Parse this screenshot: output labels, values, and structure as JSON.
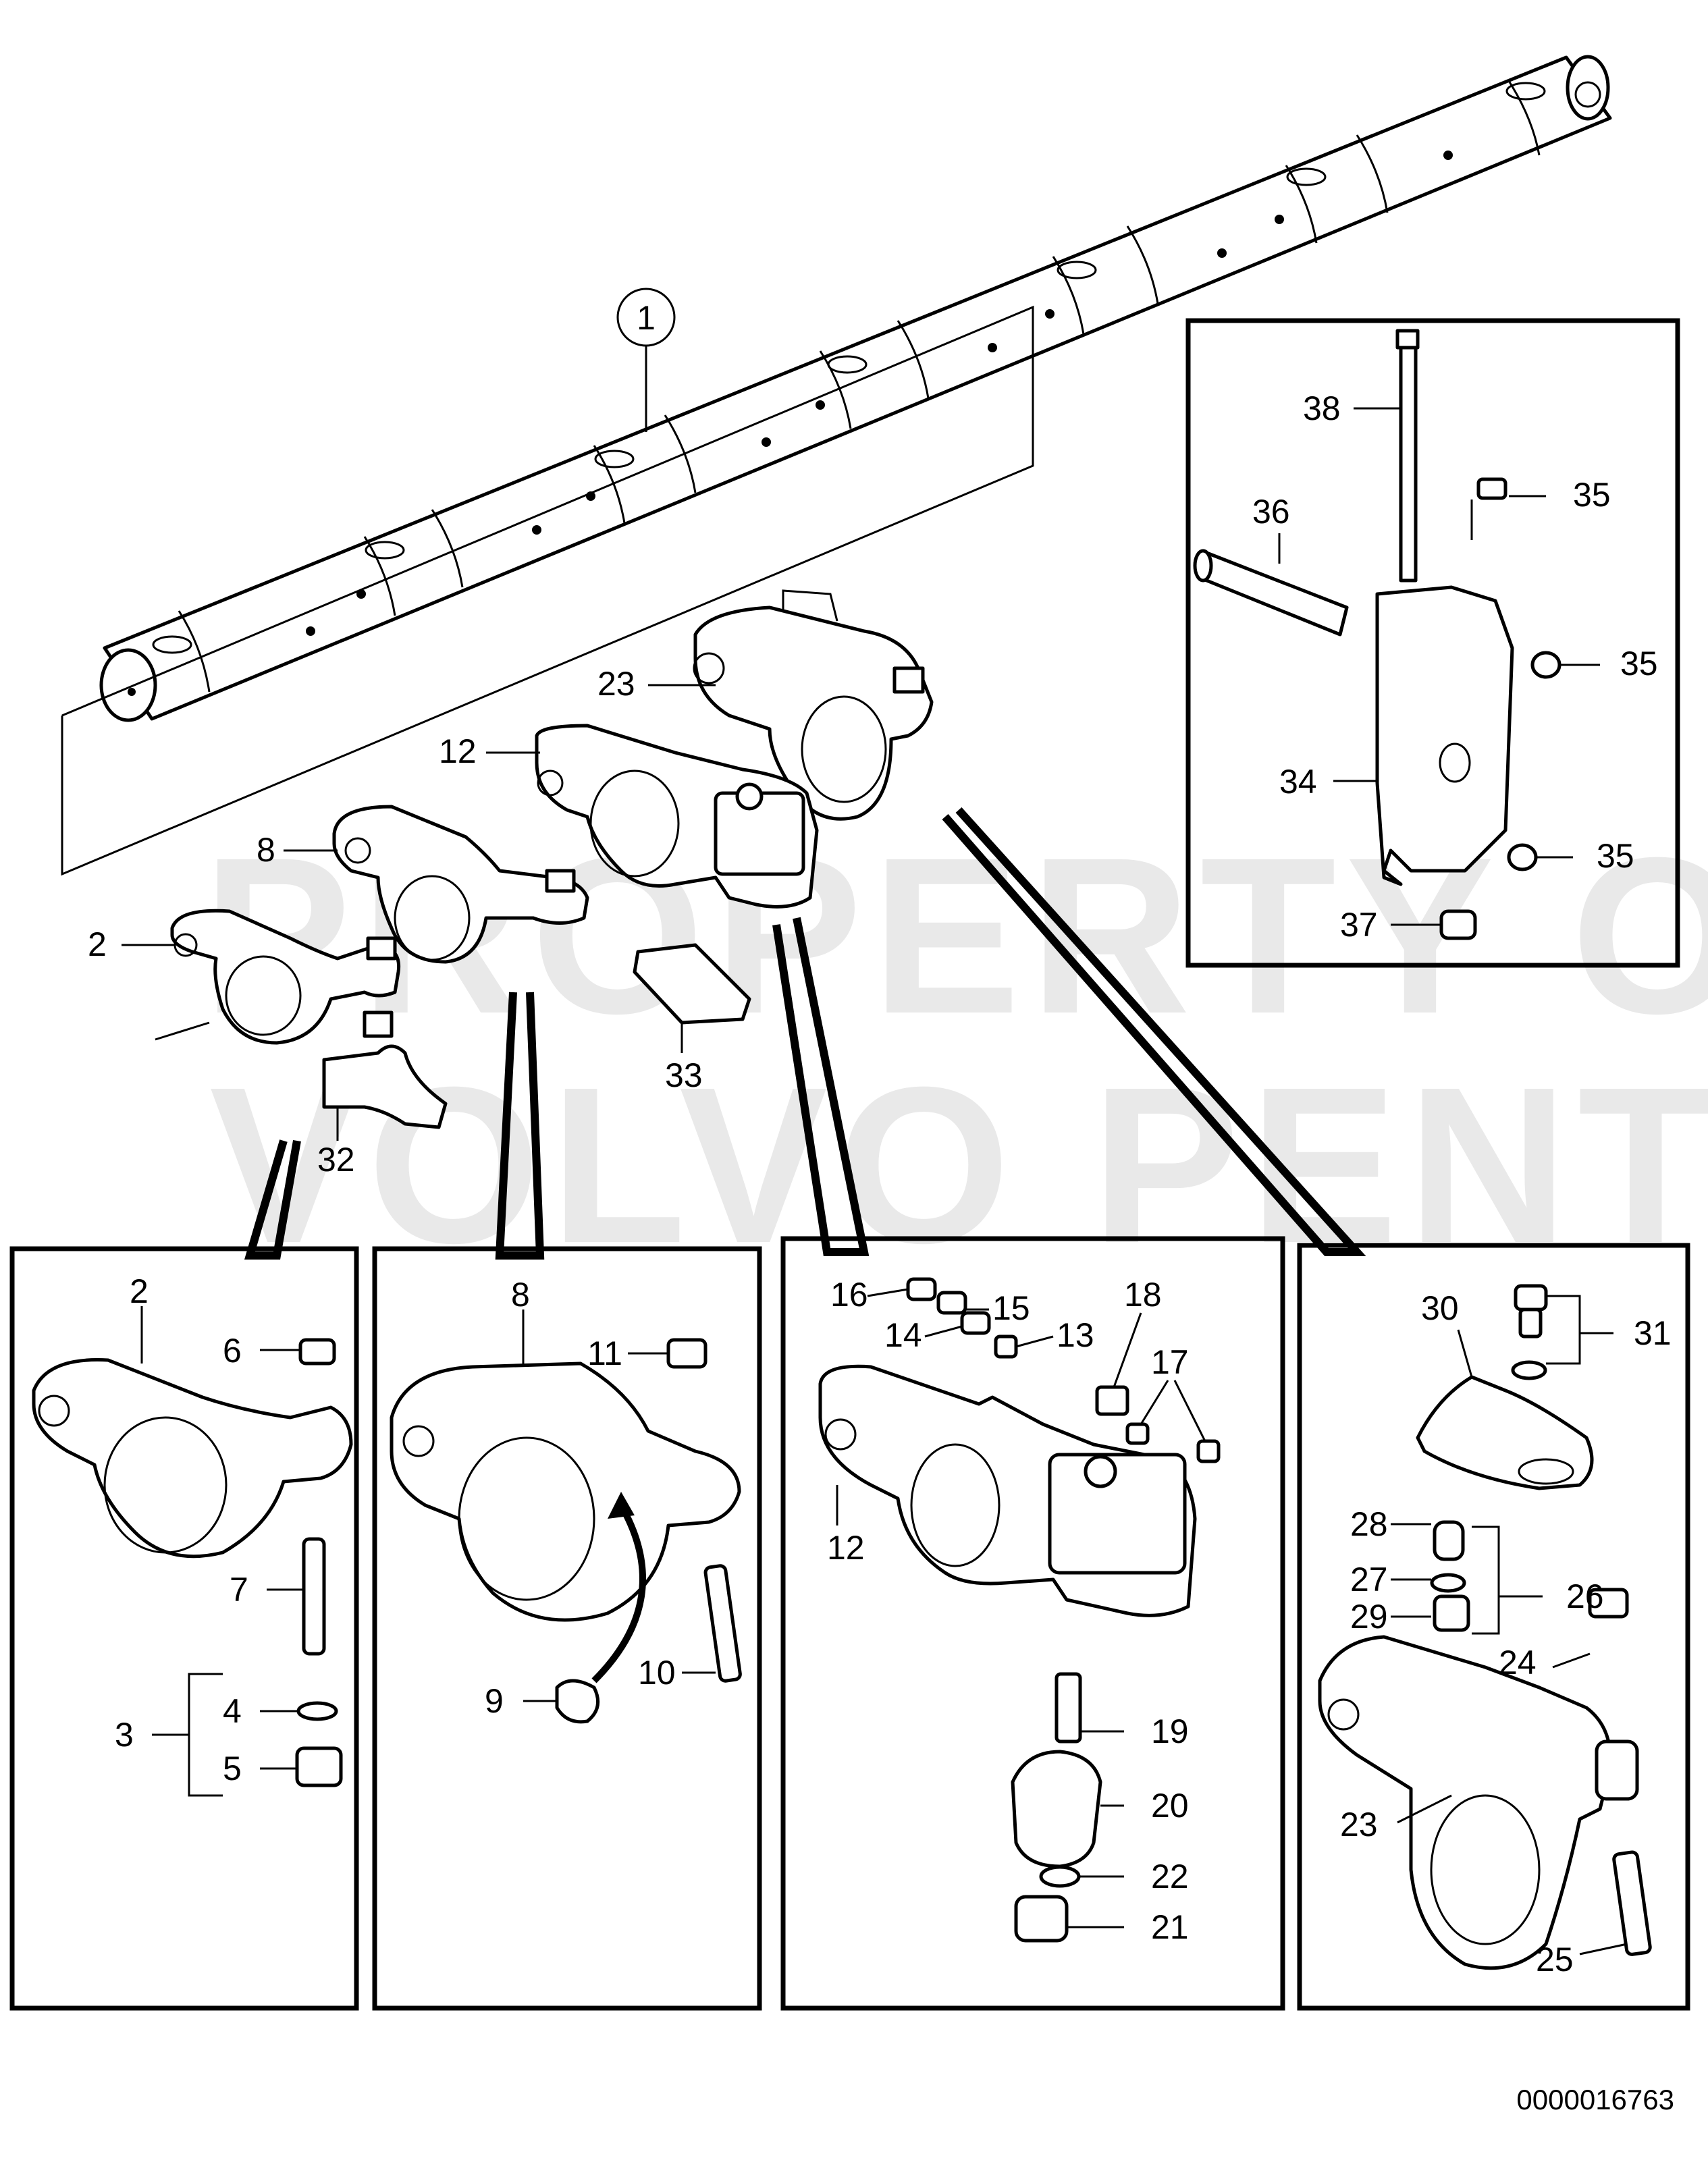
{
  "diagram": {
    "watermark_lines": [
      "PROPERTY OF",
      "VOLVO PENTA"
    ],
    "document_number": "0000016763",
    "main_labels": {
      "shaft": "1",
      "rocker_arm_2": "2",
      "rocker_arm_8": "8",
      "rocker_arm_12": "12",
      "bracket_23": "23",
      "spacer_32": "32",
      "spacer_33": "33"
    },
    "inset_bracket": {
      "p34": "34",
      "p35a": "35",
      "p35b": "35",
      "p35c": "35",
      "p36": "36",
      "p37": "37",
      "p38": "38"
    },
    "inset_rocker_2": {
      "p2": "2",
      "p3": "3",
      "p4": "4",
      "p5": "5",
      "p6": "6",
      "p7": "7"
    },
    "inset_rocker_8": {
      "p8": "8",
      "p9": "9",
      "p10": "10",
      "p11": "11"
    },
    "inset_rocker_12": {
      "p12": "12",
      "p13": "13",
      "p14": "14",
      "p15": "15",
      "p16": "16",
      "p17": "17",
      "p18": "18",
      "p19": "19",
      "p20": "20",
      "p21": "21",
      "p22": "22"
    },
    "inset_rocker_23": {
      "p23": "23",
      "p24": "24",
      "p25": "25",
      "p26": "26",
      "p27": "27",
      "p28": "28",
      "p29": "29",
      "p30": "30",
      "p31": "31"
    }
  }
}
